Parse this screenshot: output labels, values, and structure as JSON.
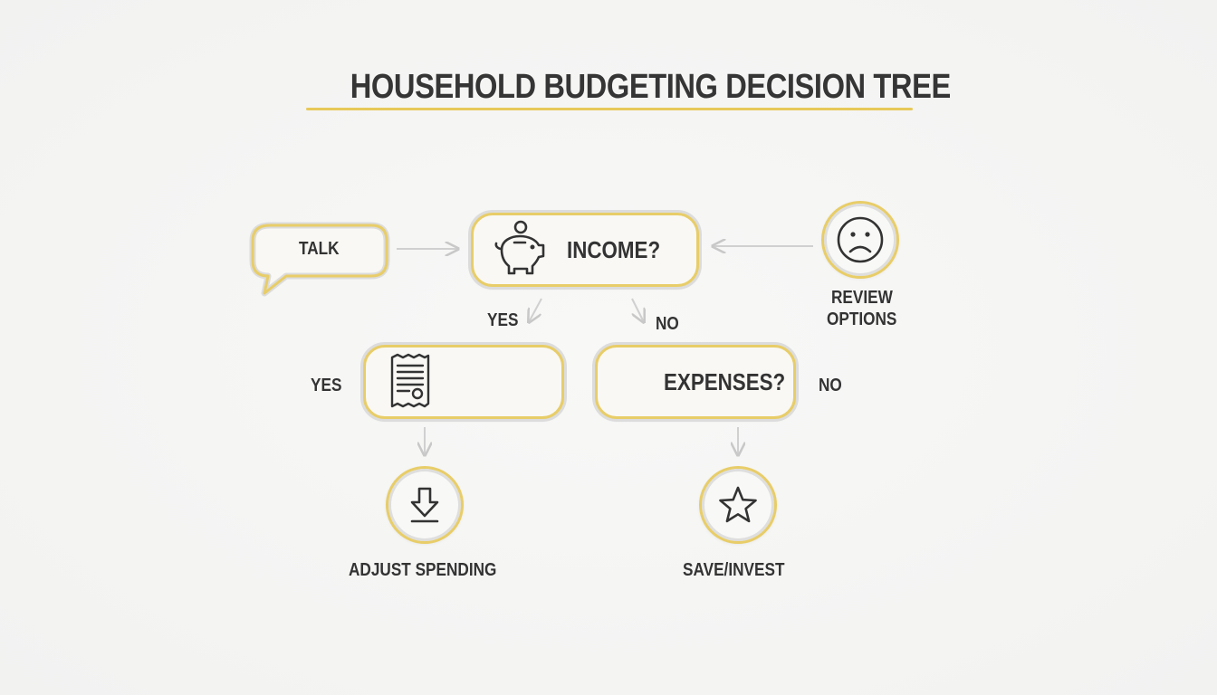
{
  "diagram": {
    "title": "HOUSEHOLD BUDGETING DECISION TREE",
    "nodes": {
      "talk": "TALK",
      "income": "INCOME?",
      "review_line1": "REVIEW",
      "review_line2": "OPTIONS",
      "expenses": "EXPENSES?",
      "adjust_spending": "ADJUST SPENDING",
      "save_invest": "SAVE/INVEST"
    },
    "edge_labels": {
      "yes_top": "YES",
      "no_top": "NO",
      "yes_left": "YES",
      "no_right": "NO"
    },
    "icons": {
      "income": "piggy-bank-icon",
      "review": "sad-face-icon",
      "receipt": "receipt-icon",
      "adjust": "download-arrow-icon",
      "save": "star-icon"
    },
    "colors": {
      "accent": "#e8cd68",
      "border_gray": "#dcdcdc",
      "text": "#333333",
      "arrow": "#c8c8c8"
    }
  }
}
